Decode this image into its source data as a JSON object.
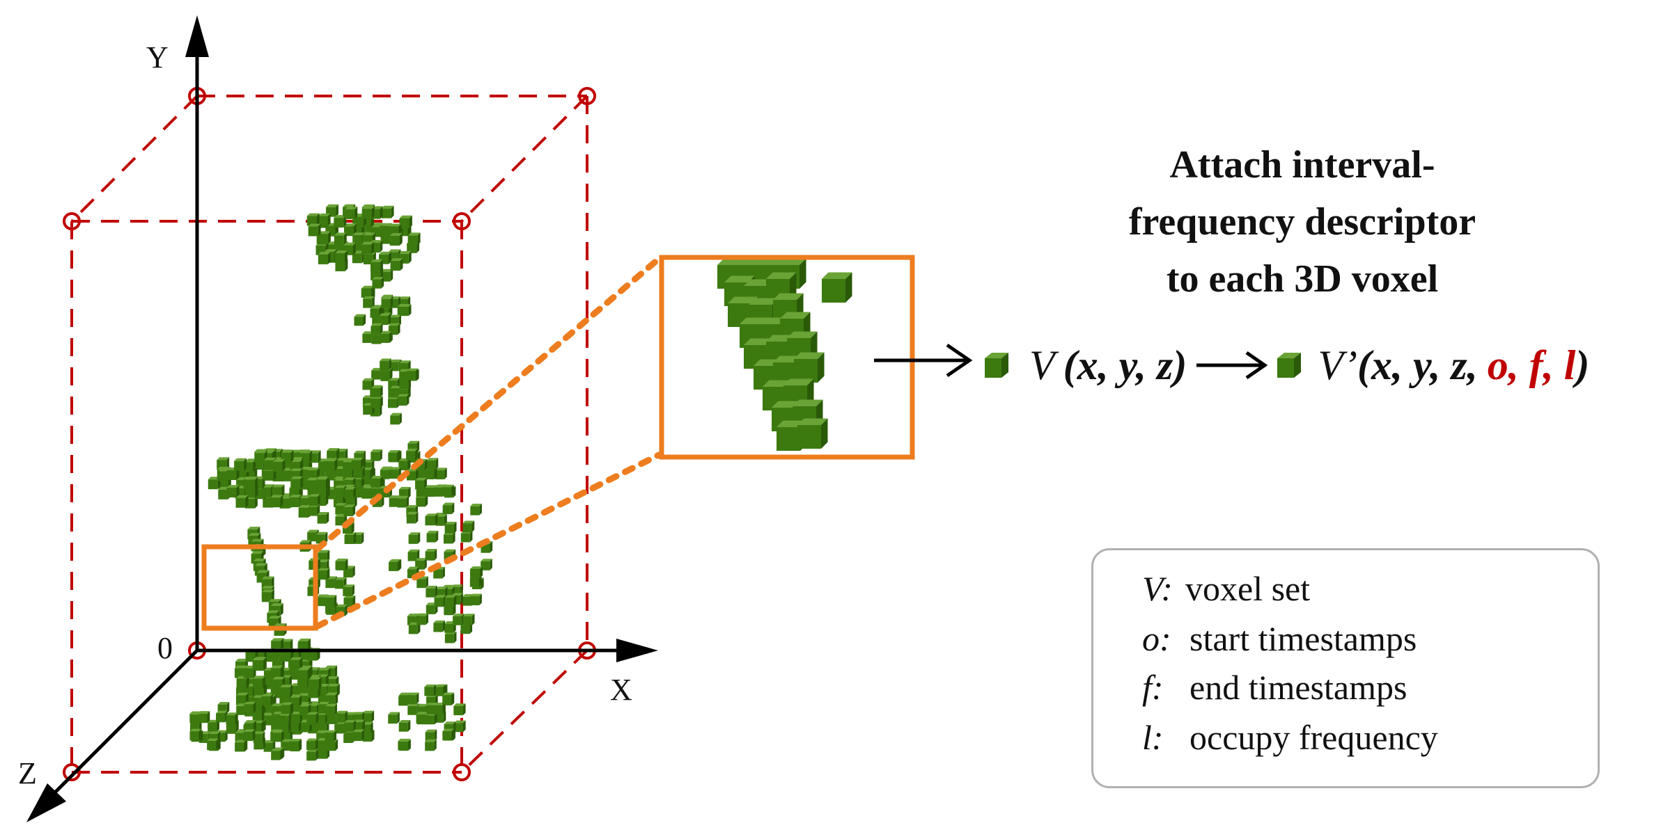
{
  "axes": {
    "y_label": "Y",
    "x_label": "X",
    "z_label": "Z",
    "origin_label": "0"
  },
  "title": {
    "line1": "Attach interval-",
    "line2": "frequency descriptor",
    "line3": "to each 3D voxel"
  },
  "formula": {
    "v_symbol": "V",
    "v_args": "(x, y, z)",
    "v_prime_symbol": "V’",
    "v_prime_args": "(x, y, z,",
    "v_prime_extra": "o, f, l",
    "close_paren": ")"
  },
  "legend": {
    "items": [
      {
        "symbol": "V:",
        "text": "voxel set"
      },
      {
        "symbol": "o:",
        "text": "start timestamps"
      },
      {
        "symbol": "f:",
        "text": "end timestamps"
      },
      {
        "symbol": "l:",
        "text": "occupy frequency"
      }
    ]
  },
  "colors": {
    "bounding_box": "#c00000",
    "highlight": "#ed7d1f",
    "voxel": "#3c7a10",
    "voxel_dark": "#2a5a08",
    "voxel_light": "#6aa336",
    "axis": "#000000",
    "legend_border": "#b0b0b0",
    "descriptor_text": "#c00000"
  }
}
